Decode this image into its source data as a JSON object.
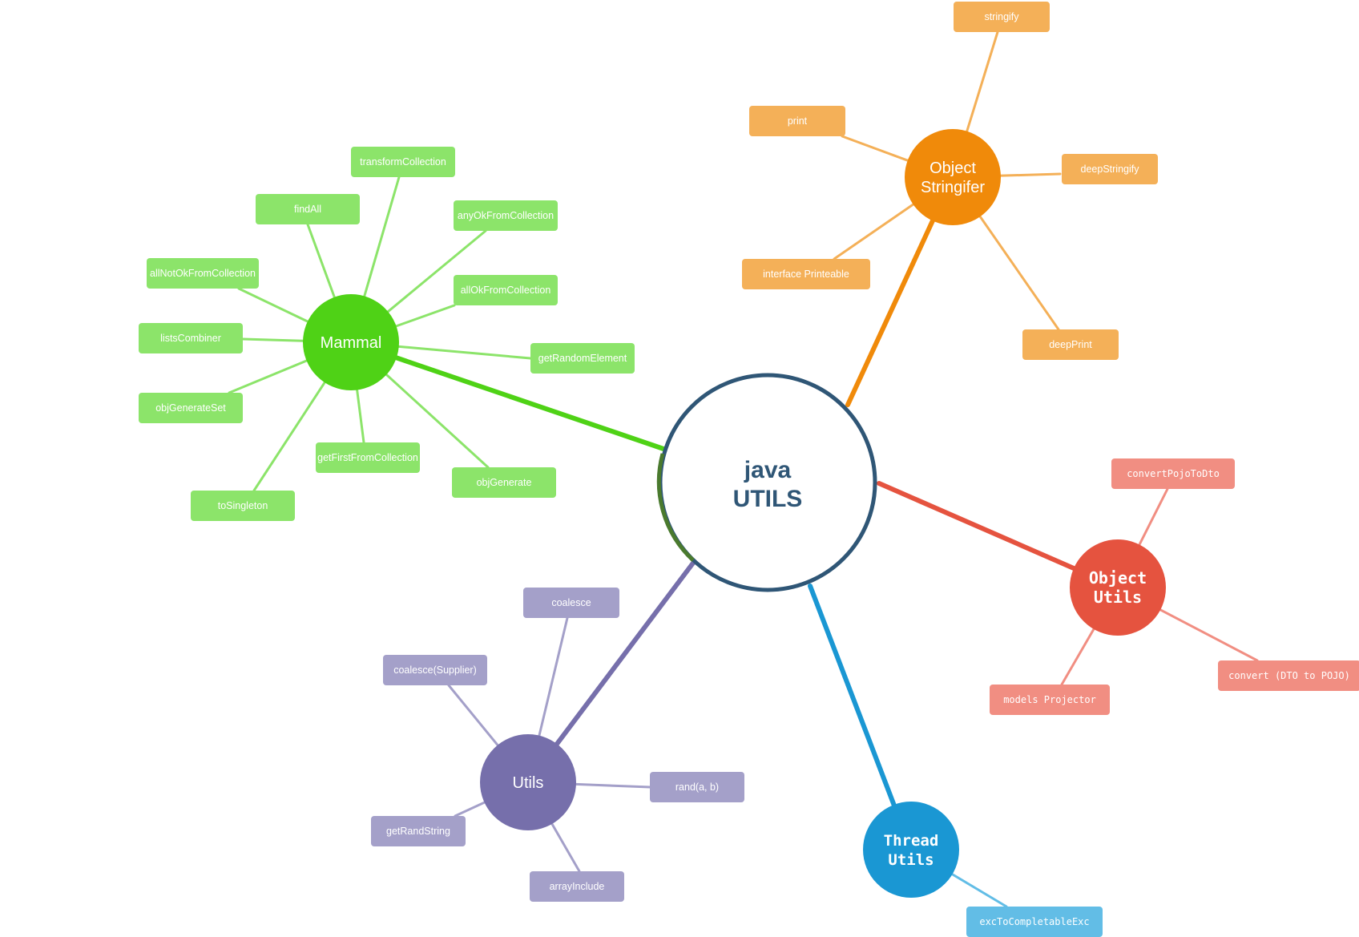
{
  "center": {
    "lines": [
      "java",
      "UTILS"
    ],
    "fill": "#ffffff",
    "stroke": "#2f5676",
    "text_color": "#2f5676"
  },
  "branches": [
    {
      "id": "mammal",
      "lines": [
        "Mammal"
      ],
      "color": "#4fd216",
      "leaf_color": "#8ce46a",
      "font": "sans",
      "leaves": [
        "transformCollection",
        "findAll",
        "anyOkFromCollection",
        "allNotOkFromCollection",
        "allOkFromCollection",
        "listsCombiner",
        "getRandomElement",
        "objGenerateSet",
        "getFirstFromCollection",
        "objGenerate",
        "toSingleton"
      ]
    },
    {
      "id": "object-stringifier",
      "lines": [
        "Object",
        "Stringifer"
      ],
      "color": "#f08a0a",
      "leaf_color": "#f4b058",
      "font": "sans",
      "leaves": [
        "stringify",
        "print",
        "deepStringify",
        "interface Printeable",
        "deepPrint"
      ]
    },
    {
      "id": "object-utils",
      "lines": [
        "Object",
        "Utils"
      ],
      "color": "#e5533f",
      "leaf_color": "#f18e82",
      "font": "mono",
      "leaves": [
        "convertPojoToDto",
        "convert (DTO to POJO)",
        "models Projector"
      ]
    },
    {
      "id": "thread-utils",
      "lines": [
        "Thread",
        "Utils"
      ],
      "color": "#1a97d3",
      "leaf_color": "#62bde6",
      "font": "mono",
      "leaves": [
        "excToCompletableExc"
      ]
    },
    {
      "id": "utils",
      "lines": [
        "Utils"
      ],
      "color": "#766fab",
      "leaf_color": "#a4a0c9",
      "font": "sans",
      "leaves": [
        "coalesce",
        "coalesce(Supplier)",
        "rand(a, b)",
        "getRandString",
        "arrayInclude"
      ]
    }
  ]
}
